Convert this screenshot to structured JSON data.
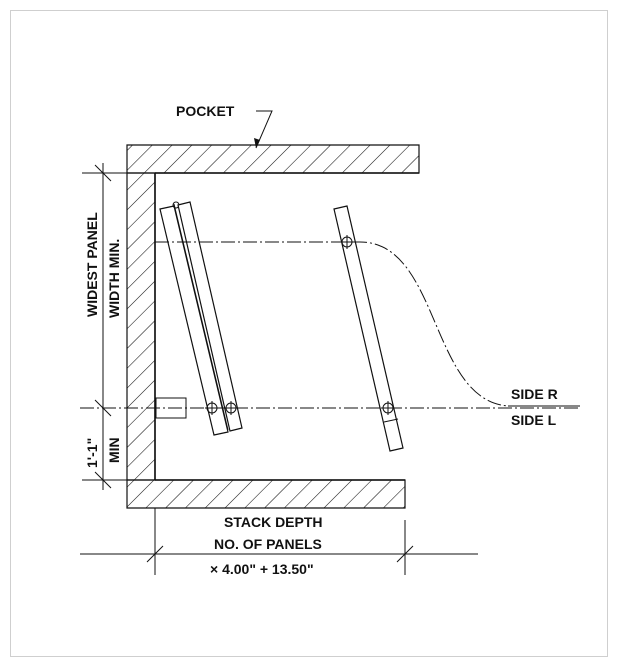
{
  "diagram": {
    "labels": {
      "pocket": "POCKET",
      "widest_panel": "WIDEST PANEL",
      "width_min": "WIDTH MIN.",
      "dim_1_1": "1'-1\"",
      "min": "MIN",
      "side_r": "SIDE R",
      "side_l": "SIDE L",
      "stack_depth": "STACK DEPTH",
      "no_of_panels": "NO. OF PANELS",
      "formula": "× 4.00\" + 13.50\""
    }
  }
}
